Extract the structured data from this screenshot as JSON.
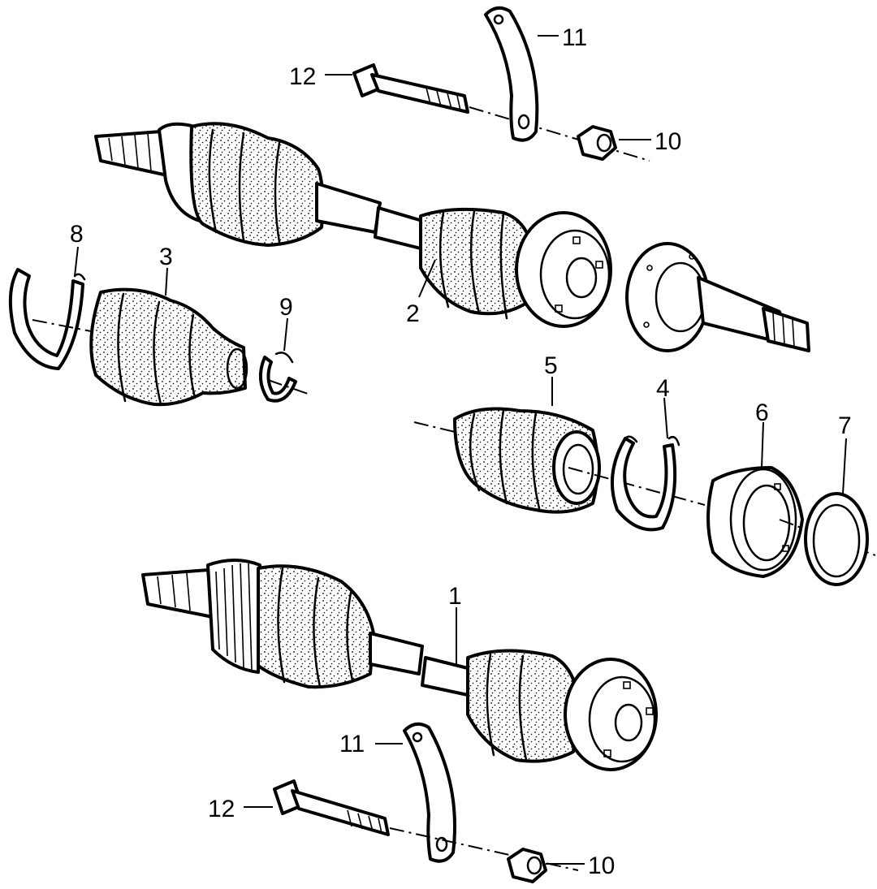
{
  "callouts": {
    "c1": "1",
    "c2": "2",
    "c3": "3",
    "c4": "4",
    "c5": "5",
    "c6": "6",
    "c7": "7",
    "c8": "8",
    "c9": "9",
    "c10_top": "10",
    "c10_bottom": "10",
    "c11_top": "11",
    "c11_bottom": "11",
    "c12_top": "12",
    "c12_bottom": "12"
  },
  "colors": {
    "ink": "#000000",
    "paper": "#ffffff"
  }
}
